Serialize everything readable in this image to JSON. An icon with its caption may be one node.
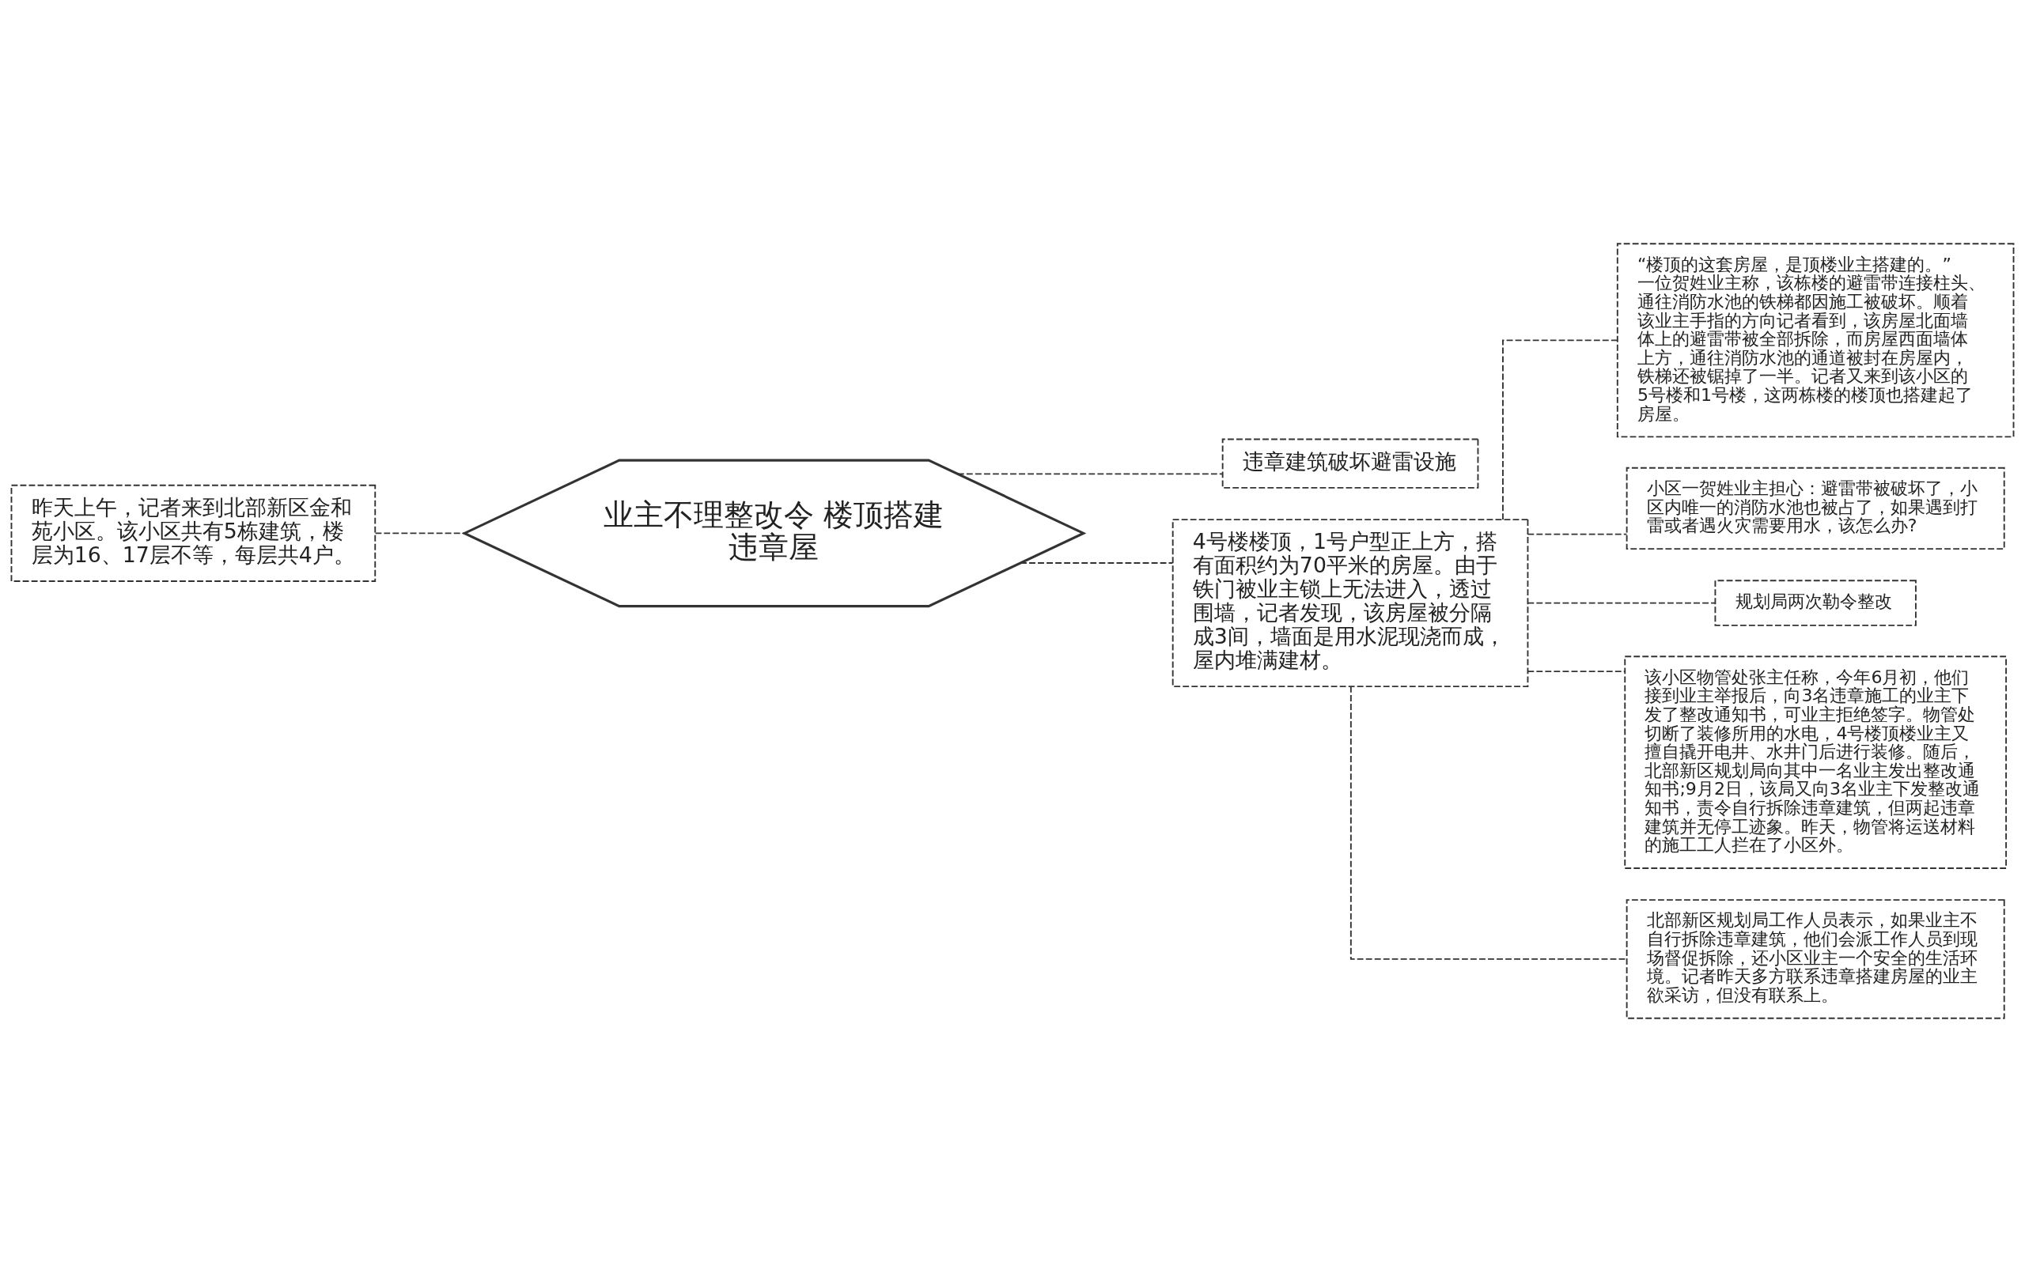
{
  "diagram": {
    "nodes": [
      {
        "text": [
          "业主不理整改令 楼顶搭建违章屋"
        ]
      },
      {
        "text": [
          "昨天上午，记者来到北部新区金和苑小区。该小区共有5栋建筑，楼层为16、17层不等，每层共4户。"
        ]
      },
      {
        "text": [
          "违章建筑破坏避雷设施"
        ]
      },
      {
        "text": [
          "4号楼楼顶，1号户型正上方，搭有面积约为70平米的房屋。由于铁门被业主锁上无法进入，透过围墙，记者发现，该房屋被分隔成3间，墙面是用水泥现浇而成，屋内堆满建材。"
        ]
      },
      {
        "text": [
          "“楼顶的这套房屋，是顶楼业主搭建的。”一位贺姓业主称，该栋楼的避雷带连接柱头、通往消防水池的铁梯都因施工被破坏。顺着该业主手指的方向记者看到，该房屋北面墙体上的避雷带被全部拆除，而房屋西面墙体上方，通往消防水池的通道被封在房屋内，铁梯还被锯掉了一半。记者又来到该小区的5号楼和1号楼，这两栋楼的楼顶也搭建起了房屋。"
        ]
      },
      {
        "text": [
          "小区一贺姓业主担心：避雷带被破坏了，小区内唯一的消防水池也被占了，如果遇到打雷或者遇火灾需要用水，该怎么办?"
        ]
      },
      {
        "text": [
          "规划局两次勒令整改"
        ]
      },
      {
        "text": [
          "该小区物管处张主任称，今年6月初，他们接到业主举报后，向3名违章施工的业主下发了整改通知书，可业主拒绝签字。物管处切断了装修所用的水电，4号楼顶楼业主又擅自撬开电井、水井门后进行装修。随后，北部新区规划局向其中一名业主发出整改通知书;9月2日，该局又向3名业主下发整改通知书，责令自行拆除违章建筑，但两起违章建筑并无停工迹象。昨天，物管将运送材料的施工工人拦在了小区外。"
        ]
      },
      {
        "text": [
          "北部新区规划局工作人员表示，如果业主不自行拆除违章建筑，他们会派工作人员到现场督促拆除，还小区业主一个安全的生活环境。记者昨天多方联系违章搭建房屋的业主欲采访，但没有联系上。"
        ]
      }
    ],
    "edges": [
      {
        "from": 0,
        "to": 1,
        "arrow": "none",
        "style": "dashed"
      },
      {
        "from": 0,
        "to": 2,
        "arrow": "none",
        "style": "dashed"
      },
      {
        "from": 0,
        "to": 3,
        "arrow": "none",
        "style": "dashed"
      },
      {
        "from": 3,
        "to": 4,
        "arrow": "none",
        "style": "dashed"
      },
      {
        "from": 3,
        "to": 5,
        "arrow": "none",
        "style": "dashed"
      },
      {
        "from": 3,
        "to": 6,
        "arrow": "none",
        "style": "dashed"
      },
      {
        "from": 3,
        "to": 7,
        "arrow": "none",
        "style": "dashed"
      },
      {
        "from": 3,
        "to": 8,
        "arrow": "none",
        "style": "dashed"
      }
    ]
  }
}
